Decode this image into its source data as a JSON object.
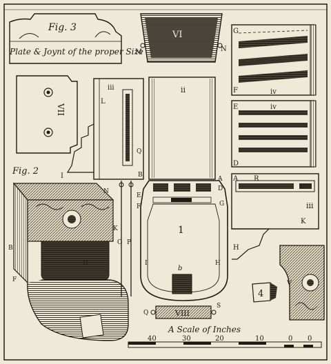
{
  "fig3": {
    "title": "Fig. 3",
    "caption": "Plate & Joynt of the proper Size"
  },
  "fig2": {
    "title": "Fig. 2"
  },
  "numerals": {
    "vi": "VI",
    "vii": "VII",
    "iii_small": "iii",
    "ii": "ii",
    "iv_a": "iv",
    "iv_b": "iv",
    "iii_right": "iii",
    "i": "1",
    "viii": "VIII",
    "four": "4",
    "v": "V"
  },
  "letters": {
    "M": "M",
    "N_top": "N",
    "G_top": "G",
    "F_top": "F",
    "E_right": "E",
    "D_right": "D",
    "L": "L",
    "Q_mid": "Q",
    "I_left": "I",
    "B_left": "B",
    "A_mid": "A",
    "D_mid": "D",
    "E_mid": "E",
    "F_mid": "F",
    "G_mid": "G",
    "I_mid": "I",
    "H_mid": "H",
    "b_mid": "b",
    "Q_bottom": "Q",
    "S_bottom": "S",
    "A_right": "A",
    "R_right": "R",
    "K_right": "K",
    "H_right": "H",
    "N_fig2": "N",
    "K_fig2": "K",
    "O_fig2": "O",
    "P_fig2": "P",
    "B_fig2": "B",
    "F_fig2": "F",
    "H_fig2": "H"
  },
  "scale": {
    "title": "A Scale of Inches",
    "ticks": [
      "40",
      "30",
      "20",
      "10",
      "0",
      "0"
    ]
  },
  "colors": {
    "paper": "#efe9d8",
    "ink": "#1f1b14",
    "shade": "#5a5246"
  }
}
